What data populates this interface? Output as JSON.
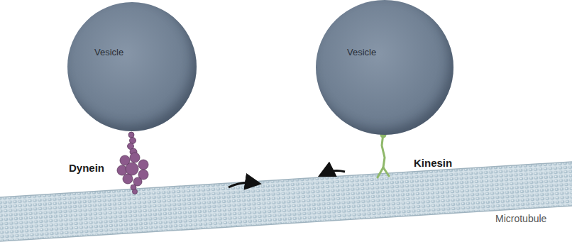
{
  "diagram": {
    "nodes": [
      {
        "text": [
          "Vesicle"
        ]
      },
      {
        "text": [
          "Vesicle"
        ]
      }
    ],
    "labels": [
      "Dynein",
      "Kinesin",
      "Microtubule"
    ]
  }
}
